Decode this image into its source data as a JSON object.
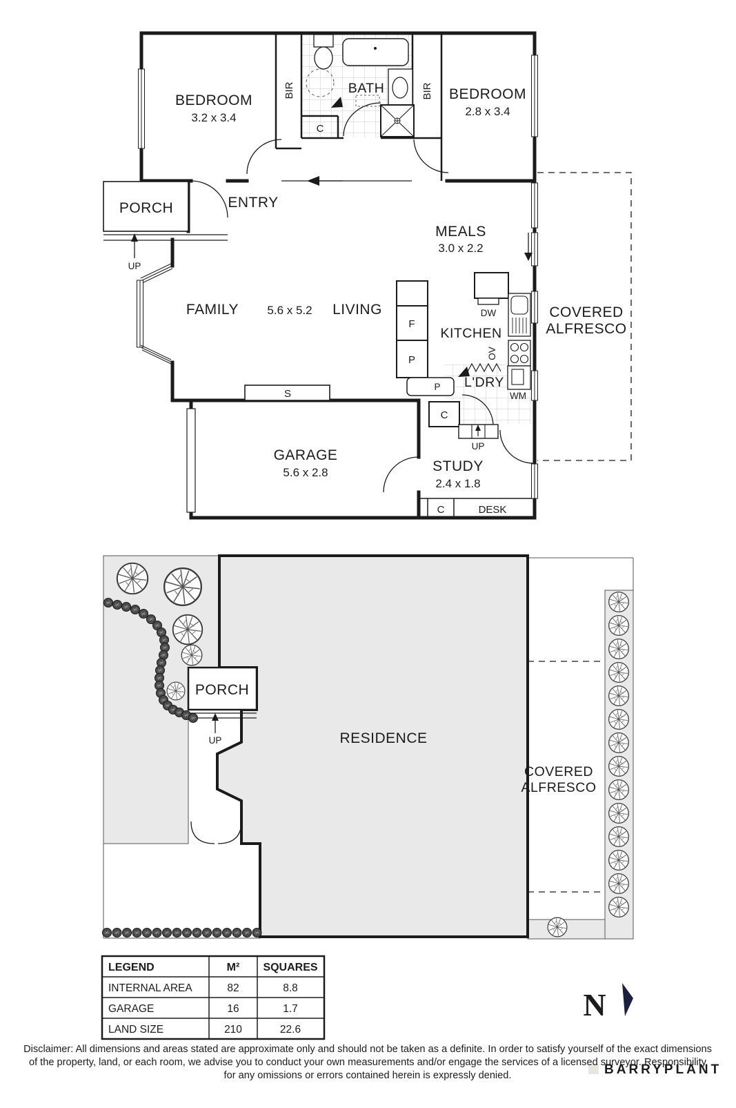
{
  "floor_plan": {
    "bedroom1": {
      "name": "BEDROOM",
      "dims": "3.2 x 3.4"
    },
    "bedroom2": {
      "name": "BEDROOM",
      "dims": "2.8 x 3.4"
    },
    "bath": "BATH",
    "bir": "BIR",
    "closet": "C",
    "porch": "PORCH",
    "up": "UP",
    "entry": "ENTRY",
    "meals": {
      "name": "MEALS",
      "dims": "3.0 x 2.2"
    },
    "family": "FAMILY",
    "family_living_dims": "5.6 x 5.2",
    "living": "LIVING",
    "kitchen": "KITCHEN",
    "fridge": "F",
    "pantry": "P",
    "dishwasher": "DW",
    "oven": "OV",
    "sink_label": "",
    "alfresco": {
      "line1": "COVERED",
      "line2": "ALFRESCO"
    },
    "laundry": "L'DRY",
    "washing_machine": "WM",
    "storage": "S",
    "garage": {
      "name": "GARAGE",
      "dims": "5.6 x 2.8"
    },
    "study": {
      "name": "STUDY",
      "dims": "2.4 x 1.8"
    },
    "desk": "DESK"
  },
  "site_plan": {
    "porch": "PORCH",
    "up": "UP",
    "residence": "RESIDENCE",
    "alfresco": {
      "line1": "COVERED",
      "line2": "ALFRESCO"
    }
  },
  "legend": {
    "headers": [
      "LEGEND",
      "M²",
      "SQUARES"
    ],
    "rows": [
      {
        "label": "INTERNAL AREA",
        "m2": "82",
        "squares": "8.8"
      },
      {
        "label": "GARAGE",
        "m2": "16",
        "squares": "1.7"
      },
      {
        "label": "LAND SIZE",
        "m2": "210",
        "squares": "22.6"
      }
    ]
  },
  "compass": {
    "north": "N"
  },
  "watermark": "BARRYPLANT",
  "disclaimer": {
    "lines": [
      "Disclaimer: All dimensions and areas stated are approximate only and should not be taken as a definite. In order to satisfy yourself of the exact dimensions",
      "of the property, land, or each room, we advise you to conduct your own measurements and/or engage the services of a licensed surveyor. Responsibility",
      "for any omissions or errors contained herein is expressly denied."
    ]
  },
  "colors": {
    "wall": "#1b1b1b",
    "area_fill": "#e9e9e9",
    "north": "#1c2040",
    "watermark": "#e9e6e0"
  }
}
